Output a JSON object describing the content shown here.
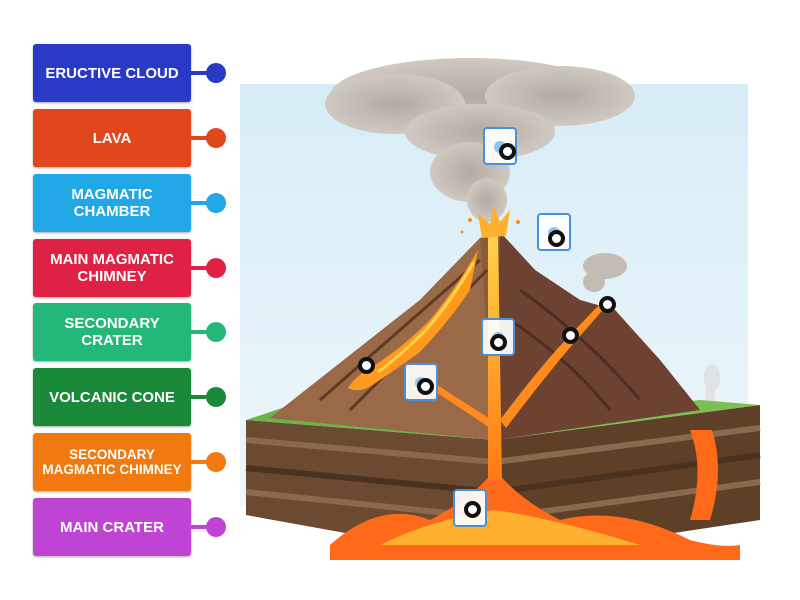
{
  "labels": [
    {
      "text": "ERUCTIVE CLOUD",
      "color": "#2a39c6"
    },
    {
      "text": "LAVA",
      "color": "#e0471c"
    },
    {
      "text": "MAGMATIC CHAMBER",
      "color": "#21a7e6"
    },
    {
      "text": "MAIN MAGMATIC CHIMNEY",
      "color": "#df2146"
    },
    {
      "text": "SECONDARY CRATER",
      "color": "#23b87a"
    },
    {
      "text": "VOLCANIC CONE",
      "color": "#1a8a3a"
    },
    {
      "text": "SECONDARY MAGMATIC CHIMNEY",
      "color": "#f07a10"
    },
    {
      "text": "MAIN CRATER",
      "color": "#c044d3"
    }
  ],
  "icons": {
    "drop_zone": "drop-zone-icon",
    "marker": "ring-marker-icon"
  }
}
